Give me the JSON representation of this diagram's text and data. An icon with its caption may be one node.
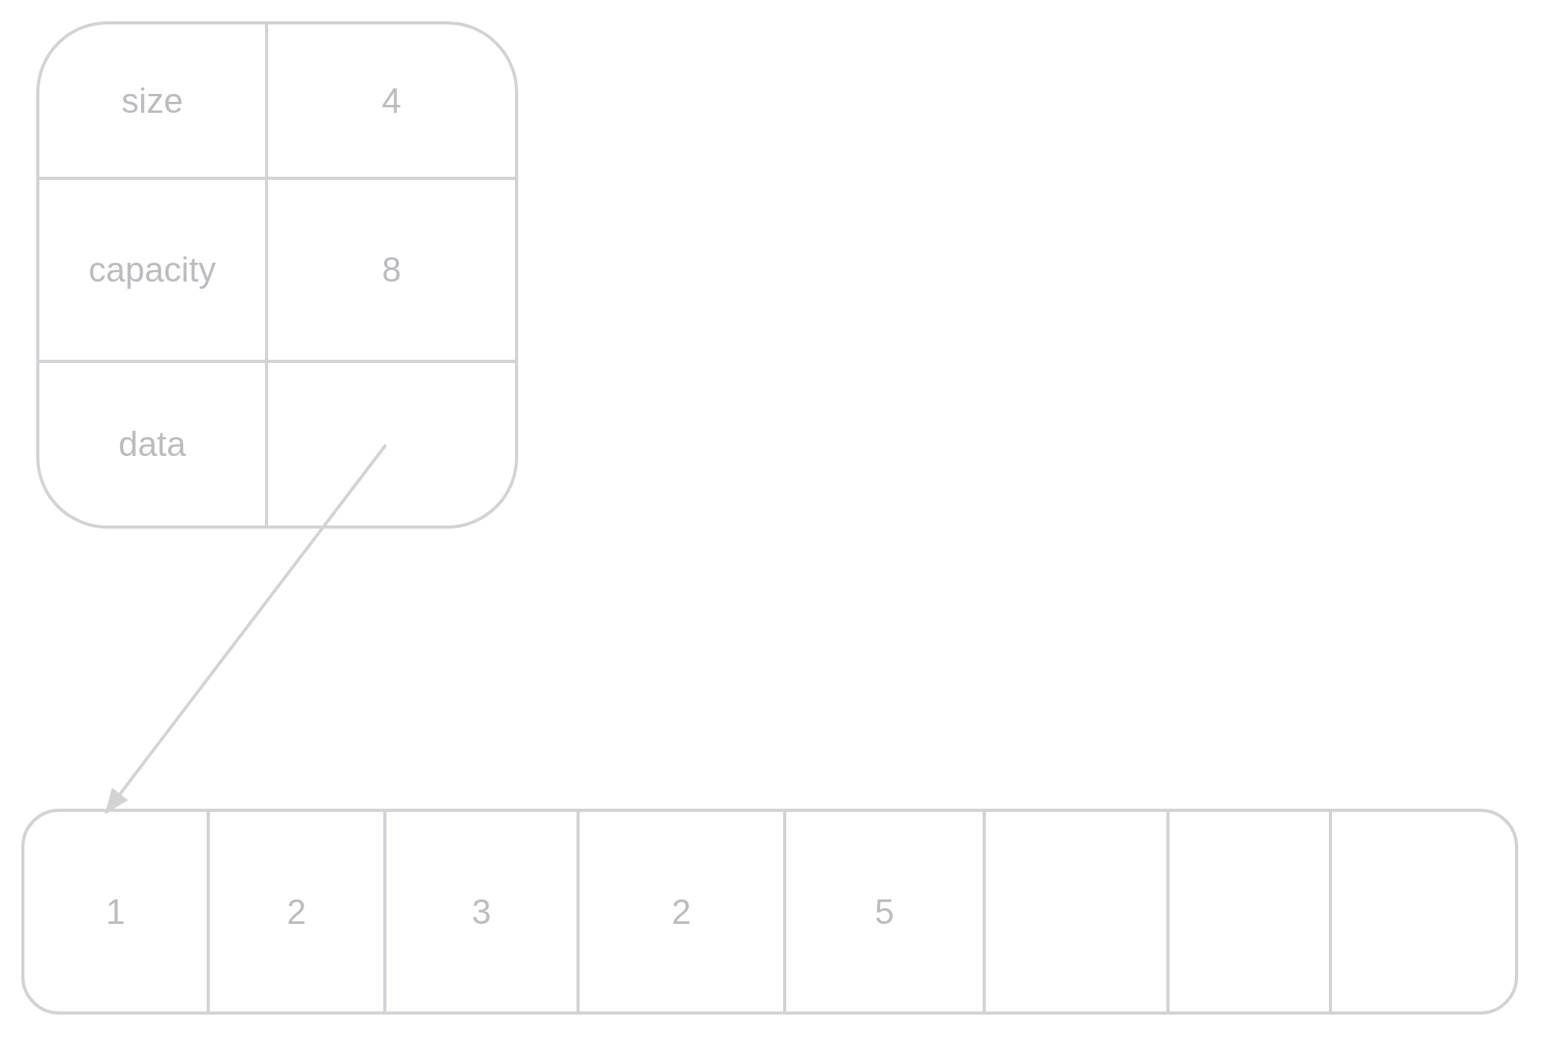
{
  "diagram": {
    "nodes": [
      {
        "text": [],
        "shape": "box"
      },
      {
        "text": [
          "size"
        ],
        "in": 0
      },
      {
        "text": [
          "4"
        ],
        "in": 0
      },
      {
        "text": [
          "capacity"
        ],
        "in": 0
      },
      {
        "text": [
          "8"
        ],
        "in": 0
      },
      {
        "text": [
          "data"
        ],
        "in": 0
      },
      {
        "text": [],
        "shape": "box",
        "in": 0
      },
      {
        "text": [],
        "shape": "box"
      },
      {
        "text": [
          "1"
        ],
        "in": 7
      },
      {
        "text": [
          "2"
        ],
        "in": 7
      },
      {
        "text": [
          "3"
        ],
        "in": 7
      },
      {
        "text": [
          "2"
        ],
        "in": 7
      },
      {
        "text": [
          "5"
        ],
        "in": 7
      },
      {
        "text": [],
        "shape": "box",
        "in": 7
      },
      {
        "text": [],
        "shape": "box",
        "in": 7
      },
      {
        "text": [],
        "shape": "box",
        "in": 7
      }
    ],
    "edges": [
      {
        "from": 6,
        "to": 8,
        "arrow": "to"
      }
    ]
  }
}
